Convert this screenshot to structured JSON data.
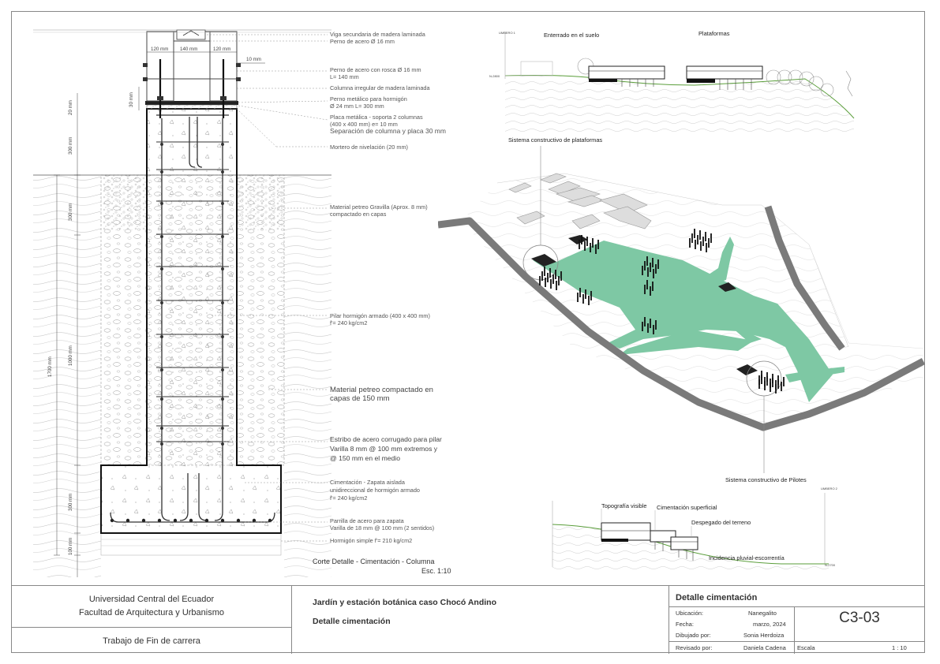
{
  "annotations": [
    {
      "id": "a1",
      "text": "Viga secundaria de madera laminada"
    },
    {
      "id": "a2",
      "text": "Perno de acero  Ø 16 mm"
    },
    {
      "id": "a3",
      "text": "Perno de acero con rosca  Ø 16 mm"
    },
    {
      "id": "a4",
      "text": "L= 140 mm"
    },
    {
      "id": "a5",
      "text": "Columna irregular de madera laminada"
    },
    {
      "id": "a6",
      "text": "Perno metálico para hormigón"
    },
    {
      "id": "a7",
      "text": "Ø 24 mm L= 300 mm"
    },
    {
      "id": "a8",
      "text": "Placa metálica - soporta 2 columnas"
    },
    {
      "id": "a9",
      "text": "(400 x 400 mm)  e= 10 mm"
    },
    {
      "id": "a10",
      "text": "Separación de columna y placa 30 mm"
    },
    {
      "id": "a11",
      "text": "Mortero de nivelación (20 mm)"
    },
    {
      "id": "a12",
      "text": "Material petreo Gravilla (Aprox. 8 mm)"
    },
    {
      "id": "a13",
      "text": "compactado en capas"
    },
    {
      "id": "a14",
      "text": "Pilar hormigón armado (400 x 400 mm)"
    },
    {
      "id": "a15",
      "text": "f'= 240 kg/cm2"
    },
    {
      "id": "a16",
      "text": "Material petreo compactado en"
    },
    {
      "id": "a17",
      "text": "capas de 150 mm"
    },
    {
      "id": "a18",
      "text": "Estribo de acero corrugado para pilar"
    },
    {
      "id": "a19",
      "text": "Varilla 8 mm @ 100 mm extremos y"
    },
    {
      "id": "a20",
      "text": "@ 150 mm en el medio"
    },
    {
      "id": "a21",
      "text": "Cimentación - Zapata aislada"
    },
    {
      "id": "a22",
      "text": "unidireccional de hormigón armado"
    },
    {
      "id": "a23",
      "text": "f'= 240 kg/cm2"
    },
    {
      "id": "a24",
      "text": "Parrilla de acero para zapata"
    },
    {
      "id": "a25",
      "text": "Varilla de 18 mm @ 100 mm (2 sentidos)"
    },
    {
      "id": "a26",
      "text": "Hormigón simple  f'= 210 kg/cm2"
    }
  ],
  "dimensions": {
    "top_120_left": "120 mm",
    "top_140": "140 mm",
    "top_120_right": "120 mm",
    "right_10": "10 mm",
    "v_30": "30 mm",
    "v_20": "20 mm",
    "v_300a": "300 mm",
    "v_300b": "300 mm",
    "v_1000": "1000 mm",
    "v_1700": "1700 mm",
    "v_300c": "300 mm",
    "v_100": "100 mm"
  },
  "section_caption": "Corte Detalle - Cimentación - Columna",
  "section_scale": "Esc. 1:10",
  "top_section": {
    "label_left": "Enterrado en el suelo",
    "label_right": "Plataformas",
    "level_a": "UMBERO 1",
    "level_b": "N-2800"
  },
  "axo": {
    "top_label": "Sistema constructivo de plataformas",
    "bottom_label": "Sistema constructivo de Pilotes"
  },
  "bottom_section": {
    "label1": "Topografía visible",
    "label2": "Cimentación superficial",
    "label3": "Despegado del terreno",
    "label4": "Incidencia pluvial-escorrentía",
    "level_a": "UMBERO 2",
    "level_b": "N-2700"
  },
  "title_block": {
    "university": "Universidad Central del Ecuador",
    "faculty": "Facultad de Arquitectura y Urbanismo",
    "work_type": "Trabajo de Fin de carrera",
    "project": "Jardín y estación botánica caso Chocó Andino",
    "sheet_subject": "Detalle cimentación",
    "sheet_title": "Detalle cimentación",
    "fields": [
      {
        "label": "Ubicación:",
        "value": "Nanegalito"
      },
      {
        "label": "Fecha:",
        "value": "marzo, 2024"
      },
      {
        "label": "Dibujado por:",
        "value": "Sonia Herdoiza"
      },
      {
        "label": "Revisado por:",
        "value": "Daniela Cadena"
      }
    ],
    "scale_label": "Escala",
    "scale_value": "1 : 10",
    "sheet_code": "C3-03"
  },
  "colors": {
    "line": "#333333",
    "landscape_green": "#7ec8a4",
    "road_grey": "#7a7a7a",
    "terrain_green": "#5a9e3a"
  }
}
